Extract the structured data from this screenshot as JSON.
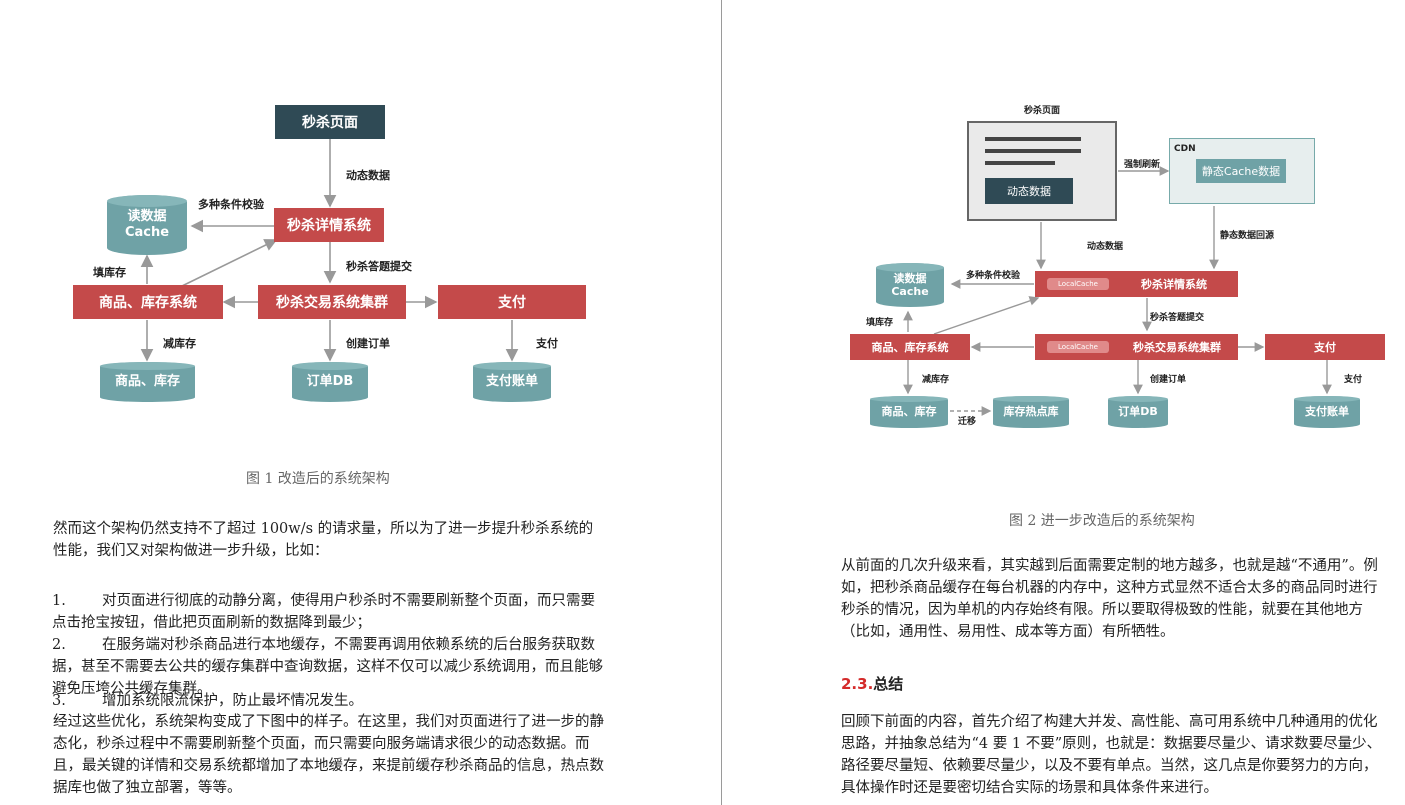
{
  "left": {
    "figure1": {
      "nodes": {
        "page": "秒杀页面",
        "detail": "秒杀详情系统",
        "read_cache": [
          "读数据",
          "Cache"
        ],
        "goods_system": "商品、库存系统",
        "trade_cluster": "秒杀交易系统集群",
        "pay": "支付",
        "goods_db": "商品、库存",
        "order_db": "订单DB",
        "pay_bill": "支付账单"
      },
      "edges": {
        "dynamic": "动态数据",
        "multi_check": "多种条件校验",
        "answer_submit": "秒杀答题提交",
        "fill_stock": "填库存",
        "reduce_stock": "减库存",
        "create_order": "创建订单",
        "pay": "支付"
      },
      "caption": "图 1 改造后的系统架构"
    },
    "para1": "然而这个架构仍然支持不了超过 100w/s 的请求量，所以为了进一步提升秒杀系统的性能，我们又对架构做进一步升级，比如：",
    "list": [
      {
        "num": "1.",
        "text": "对页面进行彻底的动静分离，使得用户秒杀时不需要刷新整个页面，而只需要点击抢宝按钮，借此把页面刷新的数据降到最少；"
      },
      {
        "num": "2.",
        "text": "在服务端对秒杀商品进行本地缓存，不需要再调用依赖系统的后台服务获取数据，甚至不需要去公共的缓存集群中查询数据，这样不仅可以减少系统调用，而且能够避免压垮公共缓存集群。"
      },
      {
        "num": "3.",
        "text": "增加系统限流保护，防止最坏情况发生。"
      }
    ],
    "para2": "经过这些优化，系统架构变成了下图中的样子。在这里，我们对页面进行了进一步的静态化，秒杀过程中不需要刷新整个页面，而只需要向服务端请求很少的动态数据。而且，最关键的详情和交易系统都增加了本地缓存，来提前缓存秒杀商品的信息，热点数据库也做了独立部署，等等。"
  },
  "right": {
    "figure2": {
      "nodes": {
        "page_title": "秒杀页面",
        "dynamic_box": "动态数据",
        "cdn_title": "CDN",
        "static_cache": "静态Cache数据",
        "read_cache": [
          "读数据",
          "Cache"
        ],
        "local_cache": "LocalCache",
        "detail": "秒杀详情系统",
        "goods_system": "商品、库存系统",
        "trade_cluster": "秒杀交易系统集群",
        "pay": "支付",
        "goods_db": "商品、库存",
        "hot_db": "库存热点库",
        "order_db": "订单DB",
        "pay_bill": "支付账单"
      },
      "edges": {
        "force_refresh": "强制刷新",
        "dynamic": "动态数据",
        "static_back": "静态数据回源",
        "multi_check": "多种条件校验",
        "answer_submit": "秒杀答题提交",
        "fill_stock": "填库存",
        "reduce_stock": "减库存",
        "create_order": "创建订单",
        "pay": "支付",
        "migrate": "迁移"
      },
      "caption": "图 2 进一步改造后的系统架构"
    },
    "para1": "从前面的几次升级来看，其实越到后面需要定制的地方越多，也就是越“不通用”。例如，把秒杀商品缓存在每台机器的内存中，这种方式显然不适合太多的商品同时进行秒杀的情况，因为单机的内存始终有限。所以要取得极致的性能，就要在其他地方（比如，通用性、易用性、成本等方面）有所牺牲。",
    "heading_num": "2.3.",
    "heading_text": "总结",
    "para2": "回顾下前面的内容，首先介绍了构建大并发、高性能、高可用系统中几种通用的优化思路，并抽象总结为“4 要 1 不要”原则，也就是：数据要尽量少、请求数要尽量少、路径要尽量短、依赖要尽量少，以及不要有单点。当然，这几点是你要努力的方向，具体操作时还是要密切结合实际的场景和具体条件来进行。"
  }
}
